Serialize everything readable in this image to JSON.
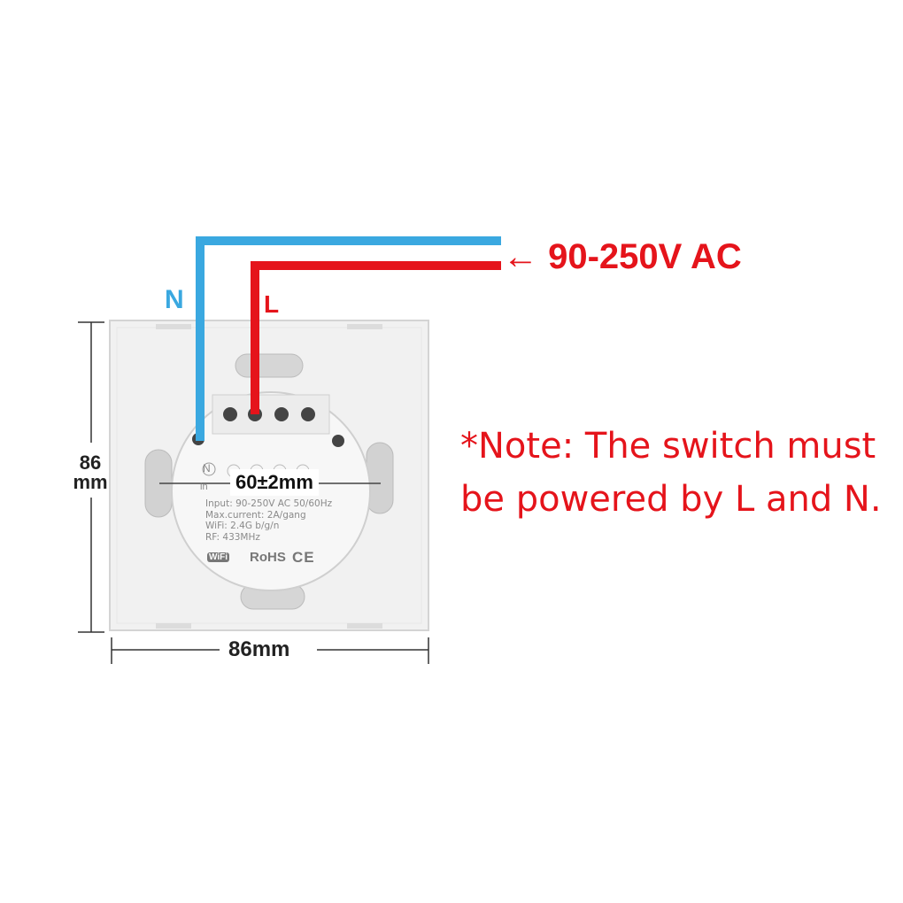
{
  "wires": {
    "neutral_label": "N",
    "live_label": "L",
    "supply_label": "← 90-250V AC",
    "neutral_color": "#3aa8e0",
    "live_color": "#e5141b"
  },
  "note": {
    "line1": "*Note: The switch must",
    "line2": "be powered by L and N."
  },
  "dimensions": {
    "height": "86\nmm",
    "width": "86mm",
    "mounting": "60±2mm"
  },
  "device": {
    "terminal_n": "N",
    "terminal_in": "in",
    "spec_lines": [
      "Input: 90-250V AC 50/60Hz",
      "Max.current: 2A/gang",
      "WiFi: 2.4G b/g/n",
      "RF: 433MHz"
    ],
    "wifi_badge": "WiFi",
    "rohs": "RoHS",
    "ce": "CE"
  }
}
